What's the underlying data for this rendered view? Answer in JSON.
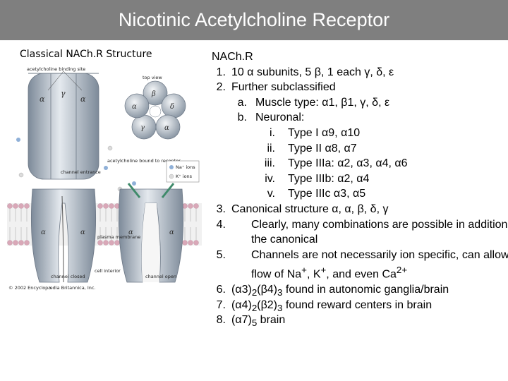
{
  "slide": {
    "title": "Nicotinic Acetylcholine Receptor"
  },
  "figure": {
    "caption": "Classical NACh.R Structure",
    "labels": {
      "binding_site": "acetylcholine binding site",
      "top_view": "top view",
      "acetylcholine_bound": "acetylcholine bound to receptor",
      "channel_entrance": "channel entrance",
      "na_ions": "Na⁺ ions",
      "k_ions": "K⁺ ions",
      "plasma_membrane": "plasma membrane",
      "cell_interior": "cell interior",
      "channel_closed": "channel closed",
      "channel_open": "channel open",
      "copyright": "© 2002 Encyclopædia Britannica, Inc.",
      "alpha": "α",
      "beta": "β",
      "gamma": "γ",
      "delta": "δ"
    },
    "colors": {
      "receptor": "#9aa7b5",
      "membrane_head": "#d9a8b8",
      "na_ion": "#8fb0d8",
      "k_ion": "#dcdcdc"
    }
  },
  "content": {
    "heading": "NACh.R",
    "items": [
      {
        "num": "1.",
        "html": "10 &alpha; subunits, 5 &beta;, 1 each &gamma;, &delta;, &epsilon;"
      },
      {
        "num": "2.",
        "html": "Further subclassified"
      },
      {
        "num": "a.",
        "html": "Muscle type: &alpha;1, &beta;1, &gamma;, &delta;, &epsilon;"
      },
      {
        "num": "b.",
        "html": "Neuronal:"
      },
      {
        "num": "i.",
        "html": "Type I &alpha;9, &alpha;10"
      },
      {
        "num": "ii.",
        "html": "Type II &alpha;8, &alpha;7"
      },
      {
        "num": "iii.",
        "html": "Type IIIa: &alpha;2, &alpha;3, &alpha;4, &alpha;6"
      },
      {
        "num": "iv.",
        "html": "Type IIIb: &alpha;2, &alpha;4"
      },
      {
        "num": "v.",
        "html": "Type IIIc &alpha;3, &alpha;5"
      },
      {
        "num": "3.",
        "html": "Canonical structure &alpha;, &alpha;, &beta;, &delta;, &gamma;"
      },
      {
        "num": "4.",
        "html": "Clearly, many combinations are possible in addition to the canonical"
      },
      {
        "num": "5.",
        "html": "Channels are not necessarily ion specific, can allow flow of Na<sup>+</sup>, K<sup>+</sup>, and even Ca<sup>2+</sup>"
      },
      {
        "num": "6.",
        "html": "(&alpha;3)<sub>2</sub>(&beta;4)<sub>3</sub> found in autonomic ganglia/brain"
      },
      {
        "num": "7.",
        "html": "(&alpha;4)<sub>2</sub>(&beta;2)<sub>3</sub> found reward centers in brain"
      },
      {
        "num": "8.",
        "html": "(&alpha;7)<sub>5</sub> brain"
      }
    ]
  }
}
